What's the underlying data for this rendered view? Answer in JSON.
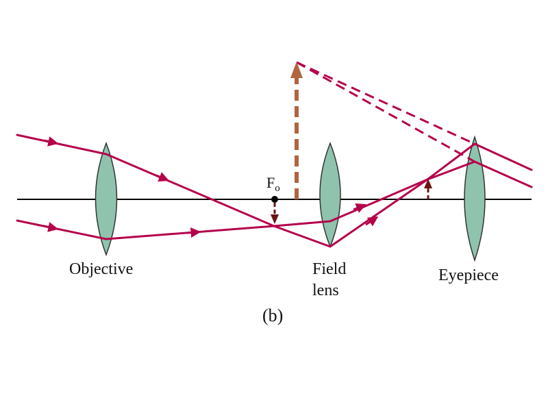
{
  "colors": {
    "ray": "#b5004b",
    "lens_fill": "#8fc3ad",
    "axis": "#000000",
    "virtual_image": "#b0643f",
    "real_image": "#6b1414"
  },
  "labels": {
    "focal_point": "F",
    "focal_point_subscript": "o",
    "objective": "Objective",
    "field_lens_line1": "Field",
    "field_lens_line2": "lens",
    "eyepiece": "Eyepiece",
    "panel": "(b)"
  }
}
